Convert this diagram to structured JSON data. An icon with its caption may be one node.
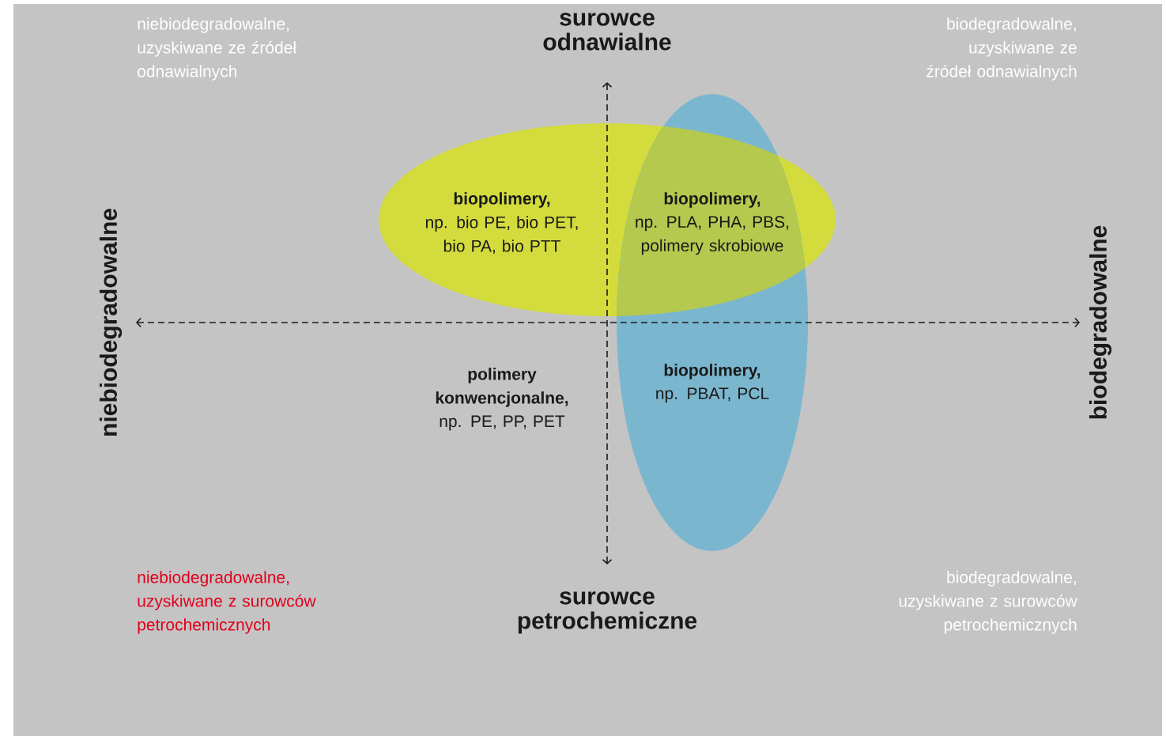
{
  "diagram": {
    "nodes": [
      {
        "text": [
          "biopolimery,",
          "np. bio PE, bio PET, bio PA, bio PTT"
        ]
      },
      {
        "text": [
          "biopolimery,",
          "np. PBAT, PCL"
        ]
      },
      {
        "text": [
          "biopolimery,",
          "np. PLA, PHA, PBS, polimery skrobiowe"
        ]
      }
    ],
    "edges": [],
    "labels": [
      "niebiodegradowalne, uzyskiwane ze źródeł odnawialnych",
      "surowce odnawialne",
      "biodegradowalne, uzyskiwane ze źródeł odnawialnych",
      "niebiodegradowalne",
      "biodegradowalne",
      "polimery konwencjonalne,",
      "np. PE, PP, PET",
      "niebiodegradowalne, uzyskiwane z surowców petrochemicznych",
      "surowce petrochemiczne",
      "biodegradowalne, uzyskiwane z surowców petrochemicznych"
    ]
  }
}
